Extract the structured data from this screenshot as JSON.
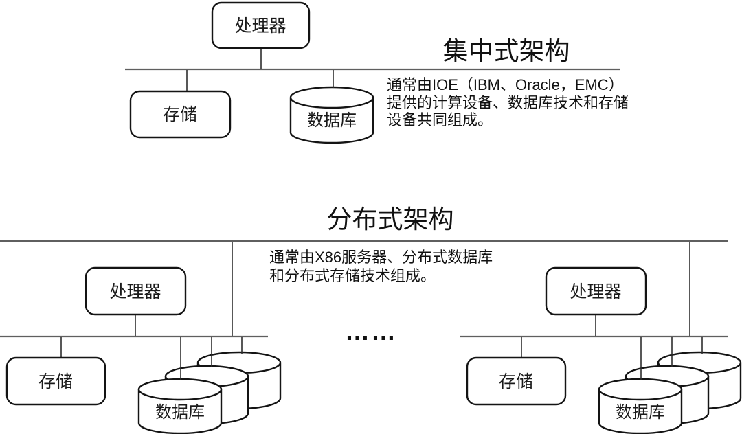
{
  "colors": {
    "background": "#ffffff",
    "shape_stroke": "#141414",
    "bus_line": "#5f5f5f",
    "connector_line": "#2e2e2e",
    "text": "#1a1a1a"
  },
  "centralized": {
    "title": "集中式架构",
    "description_lines": [
      "通常由IOE（IBM、Oracle，EMC）",
      "提供的计算设备、数据库技术和存储",
      "设备共同组成。"
    ],
    "processor_label": "处理器",
    "storage_label": "存储",
    "database_label": "数据库"
  },
  "distributed": {
    "title": "分布式架构",
    "description_lines": [
      "通常由X86服务器、分布式数据库",
      "和分布式存储技术组成。"
    ],
    "ellipsis": "……",
    "clusters": [
      {
        "processor_label": "处理器",
        "storage_label": "存储",
        "database_label": "数据库"
      },
      {
        "processor_label": "处理器",
        "storage_label": "存储",
        "database_label": "数据库"
      }
    ]
  }
}
